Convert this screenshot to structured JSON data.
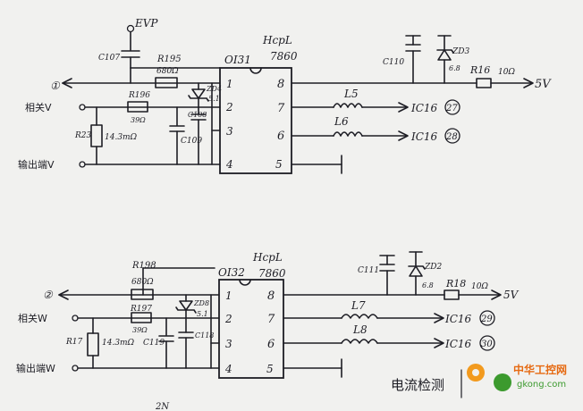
{
  "colors": {
    "background": "#f1f1ef",
    "ink": "#1d1d24",
    "logo_orange": "#f29a1e",
    "logo_green": "#3c9a2e"
  },
  "top": {
    "supply": "EVP",
    "out_node": "1",
    "u_in_label": "相关V",
    "gnd_label": "输出端V",
    "r195": "R195",
    "r195_val": "680Ω",
    "r196": "R196",
    "r196_val": "39Ω",
    "r23": "R23",
    "r23_val": "14.3mΩ",
    "c107": "C107",
    "c108": "C108",
    "c109": "C109",
    "zd4": "ZD4",
    "zd4_val": "5.1",
    "ic_ref": "OI31",
    "ic_part": "HcpL",
    "ic_num": "7860",
    "pins_left": [
      "1",
      "2",
      "3",
      "4"
    ],
    "pins_right": [
      "8",
      "7",
      "6",
      "5"
    ],
    "c110": "C110",
    "zd3": "ZD3",
    "zd3_val": "6.8",
    "r16": "R16",
    "r16_val": "10Ω",
    "rail": "5V",
    "l5": "L5",
    "l6": "L6",
    "ic_a": "IC16",
    "ic_a_num": "27",
    "ic_b": "IC16",
    "ic_b_num": "28"
  },
  "bottom": {
    "out_node": "2",
    "w_in_label": "相关W",
    "gnd_label": "输出端W",
    "r198": "R198",
    "r198_val": "680Ω",
    "r197": "R197",
    "r197_val": "39Ω",
    "r17": "R17",
    "r17_val": "14.3mΩ",
    "c118": "C118",
    "c119": "C119",
    "zd8": "ZD8",
    "zd8_val": "5.1",
    "ic_ref": "OI32",
    "ic_part": "HcpL",
    "ic_num": "7860",
    "pins_left": [
      "1",
      "2",
      "3",
      "4"
    ],
    "pins_right": [
      "8",
      "7",
      "6",
      "5"
    ],
    "c111": "C111",
    "zd2": "ZD2",
    "zd2_val": "6.8",
    "r18": "R18",
    "r18_val": "10Ω",
    "rail": "5V",
    "l7": "L7",
    "l8": "L8",
    "ic_a": "IC16",
    "ic_a_num": "29",
    "ic_b": "IC16",
    "ic_b_num": "30"
  },
  "caption": "电流检测",
  "watermark": {
    "name": "中华工控网",
    "url": "gkong.com"
  },
  "cutoff_text": "2N"
}
